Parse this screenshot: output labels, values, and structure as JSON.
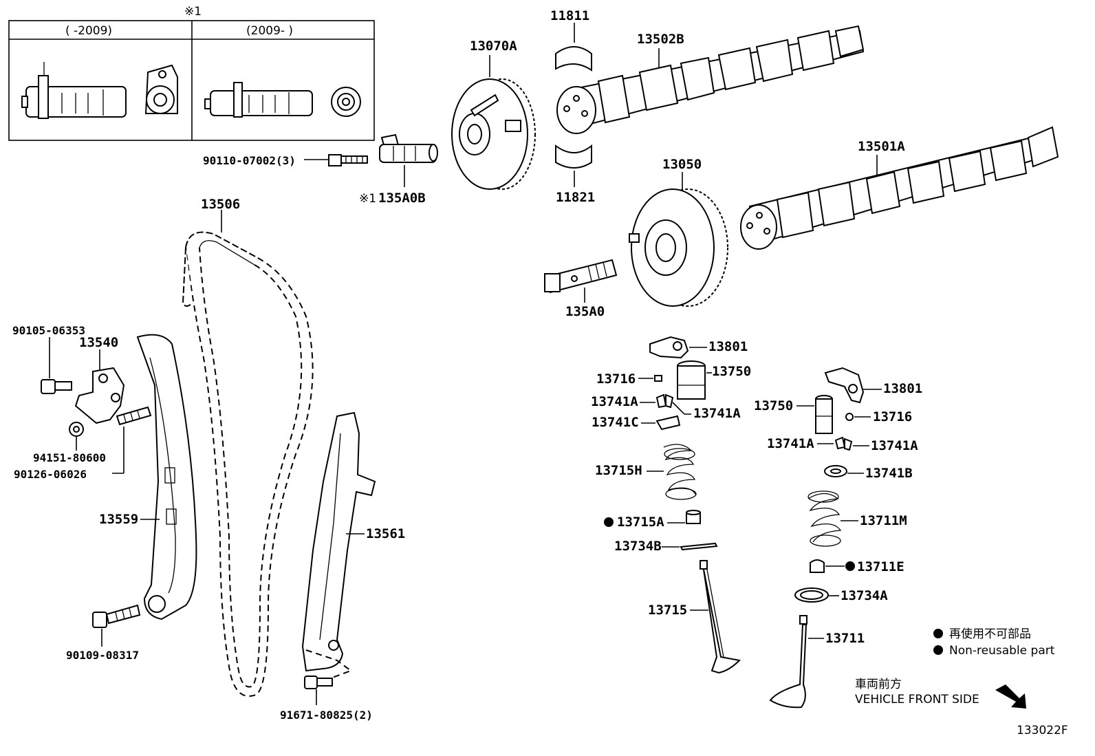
{
  "inset": {
    "note_mark": "※1",
    "col_left": "(     -2009)",
    "col_right": "(2009-     )"
  },
  "labels": {
    "p90110": "90110-07002(3)",
    "p135A0B_mark": "※1",
    "p135A0B": "135A0B",
    "p13070A": "13070A",
    "p11811": "11811",
    "p13502B": "13502B",
    "p11821": "11821",
    "p13050": "13050",
    "p13501A": "13501A",
    "p135A0": "135A0",
    "p13506": "13506",
    "p90105": "90105-06353",
    "p13540": "13540",
    "p94151": "94151-80600",
    "p90126": "90126-06026",
    "p13559": "13559",
    "p13561": "13561",
    "p90109": "90109-08317",
    "p91671": "91671-80825(2)",
    "p13801a": "13801",
    "p13716a": "13716",
    "p13750a": "13750",
    "p13741Aa": "13741A",
    "p13741Ab": "13741A",
    "p13741C": "13741C",
    "p13715H": "13715H",
    "p13715A": "13715A",
    "p13734B": "13734B",
    "p13715": "13715",
    "p13801b": "13801",
    "p13750b": "13750",
    "p13716b": "13716",
    "p13741Ac": "13741A",
    "p13741Ad": "13741A",
    "p13741B": "13741B",
    "p13711M": "13711M",
    "p13711E": "13711E",
    "p13734A": "13734A",
    "p13711": "13711"
  },
  "legend": {
    "non_reusable_jp": "再使用不可部品",
    "non_reusable_en": "Non-reusable part"
  },
  "orientation": {
    "jp": "車両前方",
    "en": "VEHICLE FRONT SIDE"
  },
  "diagram_code": "133022F"
}
